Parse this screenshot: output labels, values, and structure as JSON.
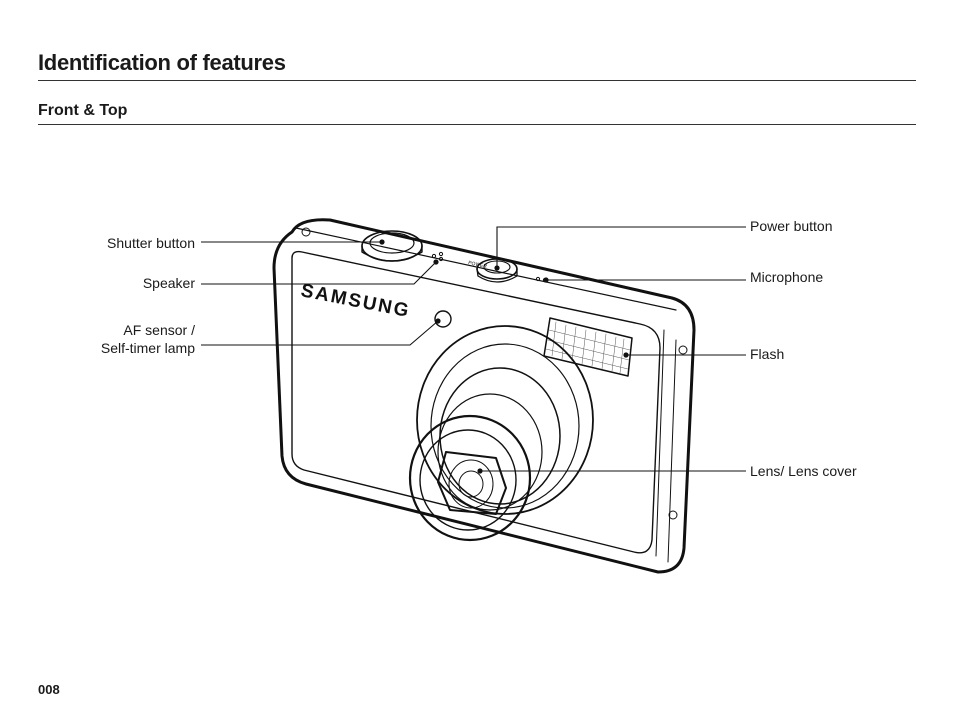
{
  "header": {
    "title": "Identification of features",
    "section": "Front & Top"
  },
  "callouts": {
    "shutter_button": "Shutter button",
    "speaker": "Speaker",
    "af_sensor_line1": "AF sensor /",
    "af_sensor_line2": "Self-timer lamp",
    "power_button": "Power button",
    "microphone": "Microphone",
    "flash": "Flash",
    "lens": "Lens/ Lens cover"
  },
  "camera": {
    "brand": "SAMSUNG",
    "power_marking": "POWER"
  },
  "footer": {
    "page_number": "008"
  }
}
